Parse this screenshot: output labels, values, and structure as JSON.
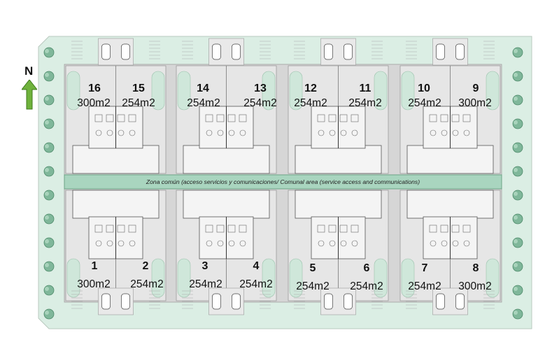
{
  "compass": {
    "label": "N"
  },
  "common_area": {
    "label": "Zona común (acceso servicios y comunicaciones/ Comunal area (service access and communications)"
  },
  "lots": [
    {
      "number": "16",
      "area": "300m2"
    },
    {
      "number": "15",
      "area": "254m2"
    },
    {
      "number": "14",
      "area": "254m2"
    },
    {
      "number": "13",
      "area": "254m2"
    },
    {
      "number": "12",
      "area": "254m2"
    },
    {
      "number": "11",
      "area": "254m2"
    },
    {
      "number": "10",
      "area": "254m2"
    },
    {
      "number": "9",
      "area": "300m2"
    },
    {
      "number": "1",
      "area": "300m2"
    },
    {
      "number": "2",
      "area": "254m2"
    },
    {
      "number": "3",
      "area": "254m2"
    },
    {
      "number": "4",
      "area": "254m2"
    },
    {
      "number": "5",
      "area": "254m2"
    },
    {
      "number": "6",
      "area": "254m2"
    },
    {
      "number": "7",
      "area": "254m2"
    },
    {
      "number": "8",
      "area": "300m2"
    }
  ],
  "colors": {
    "green": "#a9d5bf",
    "greenDark": "#5e9f7e",
    "pavement": "#dcdcdc",
    "lawn": "#d9ece2",
    "arrow": "#6fb23c"
  }
}
